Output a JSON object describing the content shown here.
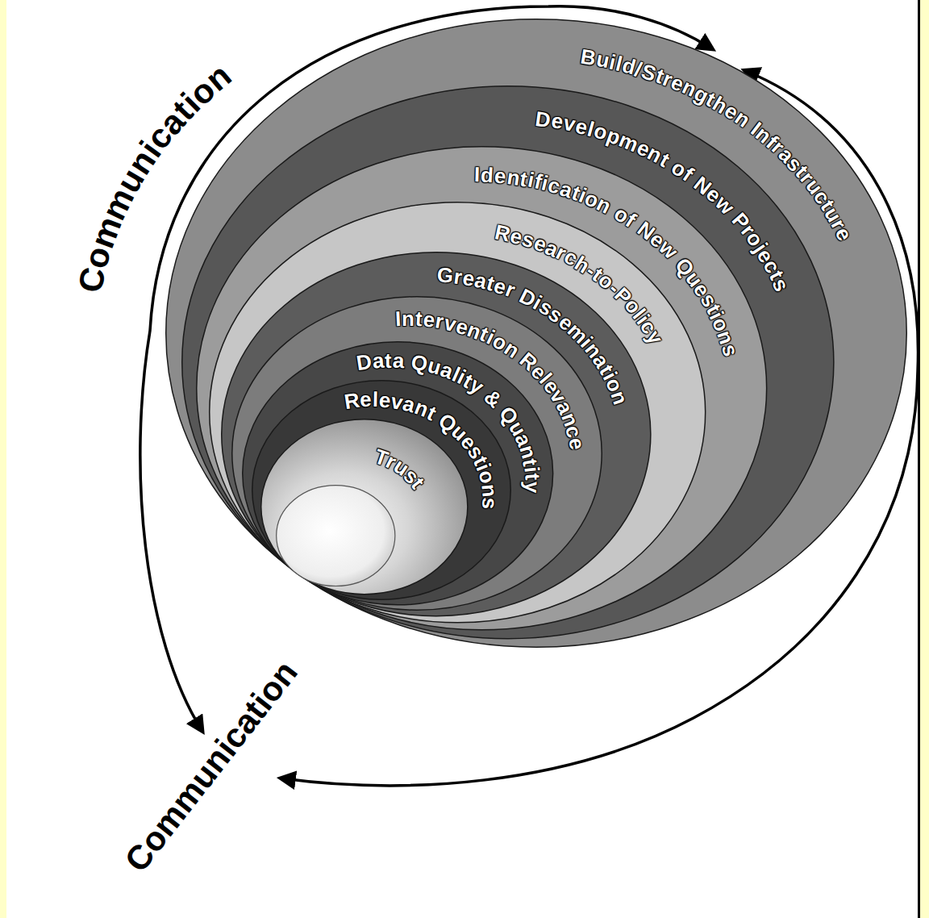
{
  "diagram": {
    "nodes": [
      {
        "text": [
          "Build/Strengthen Infrastructure"
        ]
      },
      {
        "text": [
          "Development of New Projects"
        ],
        "in": 0
      },
      {
        "text": [
          "Identification of New Questions"
        ],
        "in": 1
      },
      {
        "text": [
          "Research-to-Policy"
        ],
        "in": 2
      },
      {
        "text": [
          "Greater Dissemination"
        ],
        "in": 3
      },
      {
        "text": [
          "Intervention Relevance"
        ],
        "in": 4
      },
      {
        "text": [
          "Data Quality & Quantity"
        ],
        "in": 5
      },
      {
        "text": [
          "Relevant Questions"
        ],
        "in": 6
      },
      {
        "text": [
          "Trust"
        ],
        "in": 7
      }
    ],
    "labels": [
      "Communication",
      "Communication"
    ]
  }
}
